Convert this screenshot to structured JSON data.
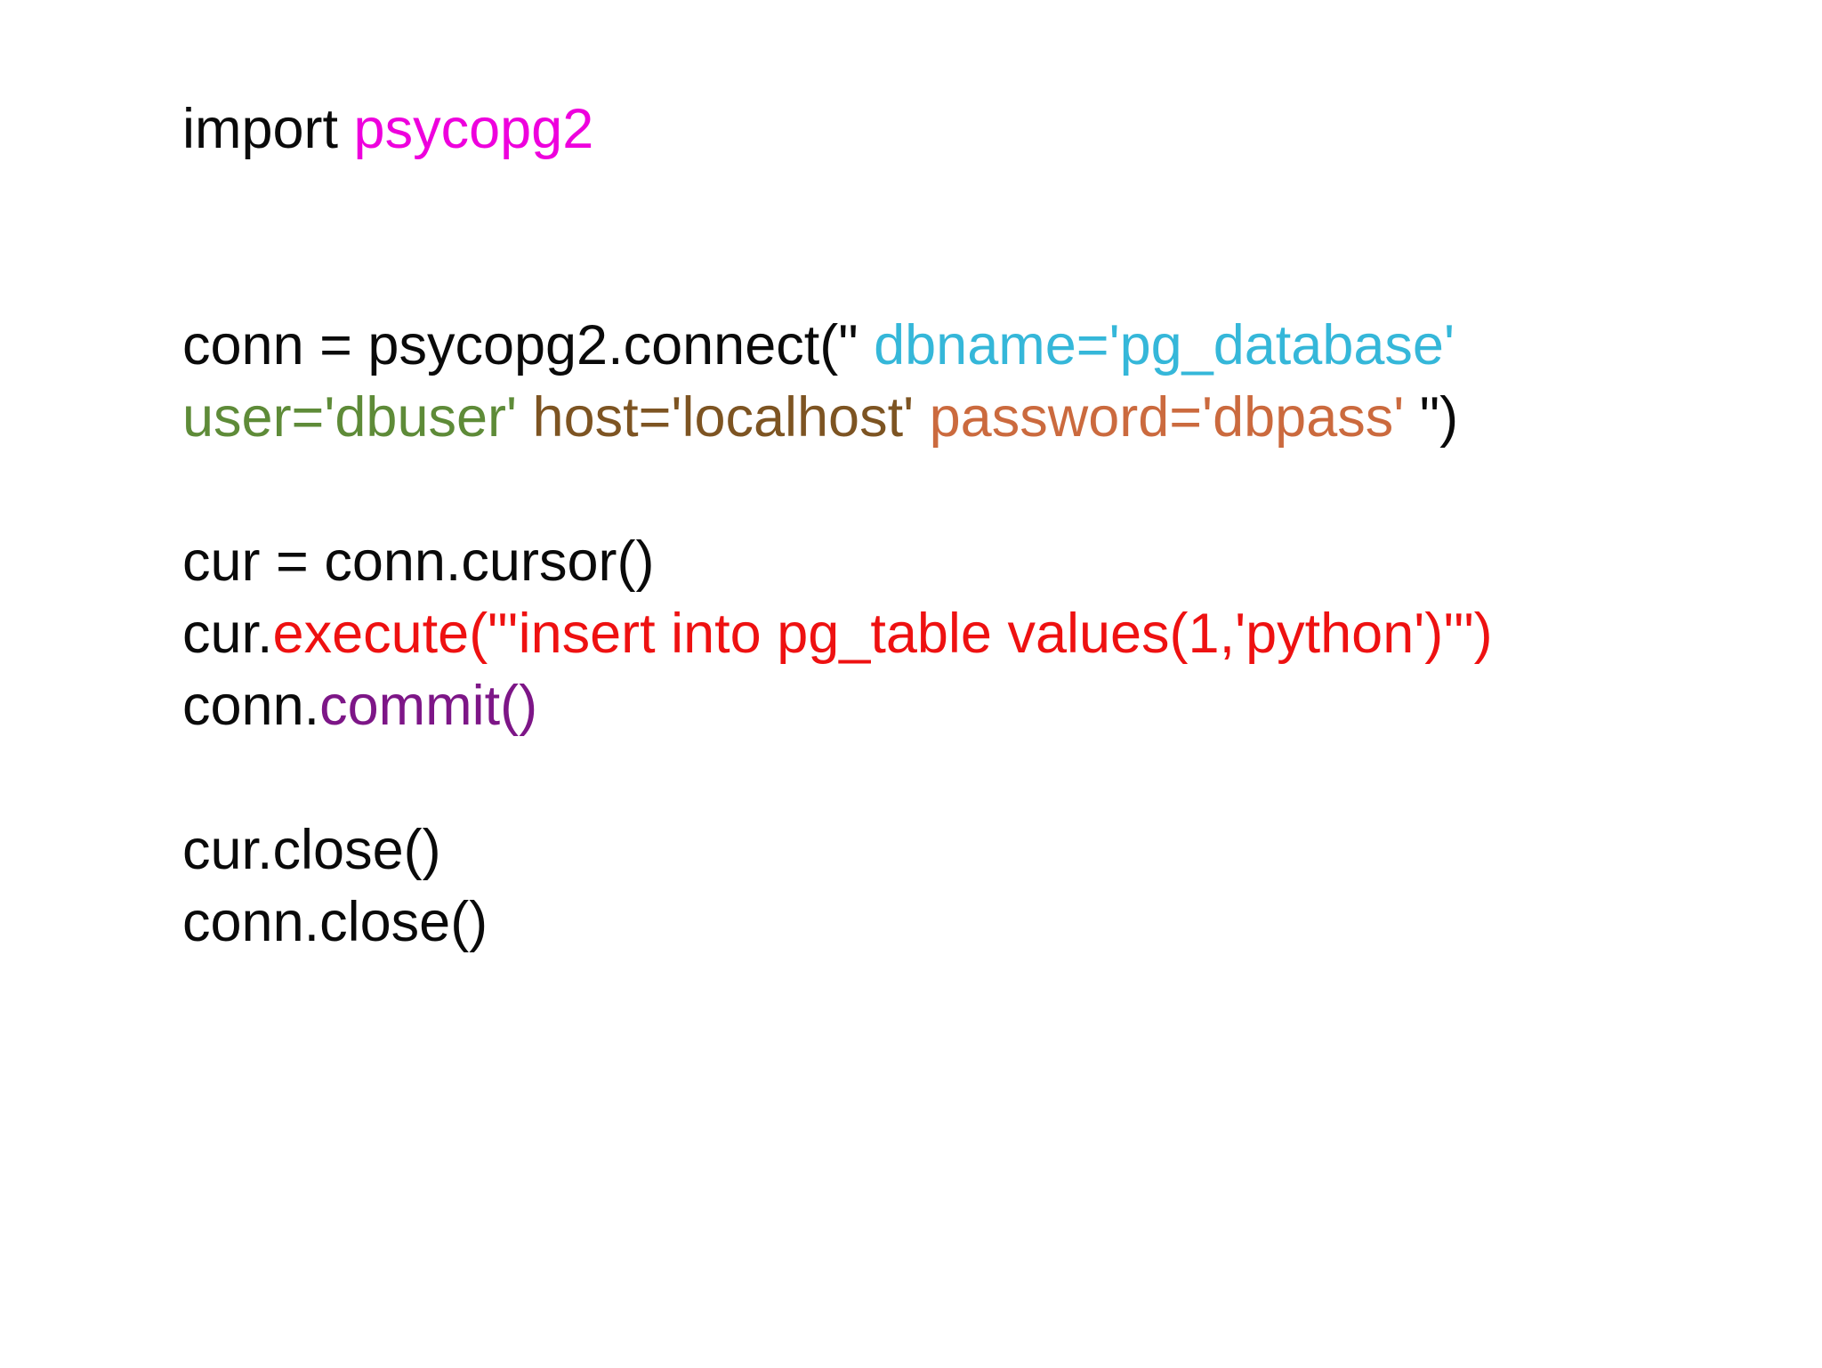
{
  "page": {
    "background": "#ffffff"
  },
  "colors": {
    "default": "#0a0a0a",
    "magenta": "#ee00dd",
    "cyan": "#35b7d9",
    "green": "#5e8b38",
    "brown": "#7d5422",
    "orange": "#cb6a3e",
    "red": "#ee1111",
    "purple": "#7d1687"
  },
  "code": {
    "language": "python",
    "lines": [
      {
        "segments": [
          {
            "text": "import ",
            "color": "default"
          },
          {
            "text": "psycopg2",
            "color": "magenta"
          }
        ]
      },
      {
        "segments": []
      },
      {
        "segments": []
      },
      {
        "segments": [
          {
            "text": "conn = psycopg2.connect(\" ",
            "color": "default"
          },
          {
            "text": "dbname='pg_database'",
            "color": "cyan"
          }
        ]
      },
      {
        "segments": [
          {
            "text": "user='dbuser'",
            "color": "green"
          },
          {
            "text": " ",
            "color": "default"
          },
          {
            "text": "host='localhost'",
            "color": "brown"
          },
          {
            "text": " ",
            "color": "default"
          },
          {
            "text": "password='dbpass'",
            "color": "orange"
          },
          {
            "text": " \")",
            "color": "default"
          }
        ]
      },
      {
        "segments": []
      },
      {
        "segments": [
          {
            "text": "cur = conn.cursor()",
            "color": "default"
          }
        ]
      },
      {
        "segments": [
          {
            "text": "cur.",
            "color": "default"
          },
          {
            "text": "execute(\"'insert into pg_table values(1,'python')'\")",
            "color": "red"
          }
        ]
      },
      {
        "segments": [
          {
            "text": "conn.",
            "color": "default"
          },
          {
            "text": "commit()",
            "color": "purple"
          }
        ]
      },
      {
        "segments": []
      },
      {
        "segments": [
          {
            "text": "cur.close()",
            "color": "default"
          }
        ]
      },
      {
        "segments": [
          {
            "text": "conn.close()",
            "color": "default"
          }
        ]
      }
    ]
  }
}
